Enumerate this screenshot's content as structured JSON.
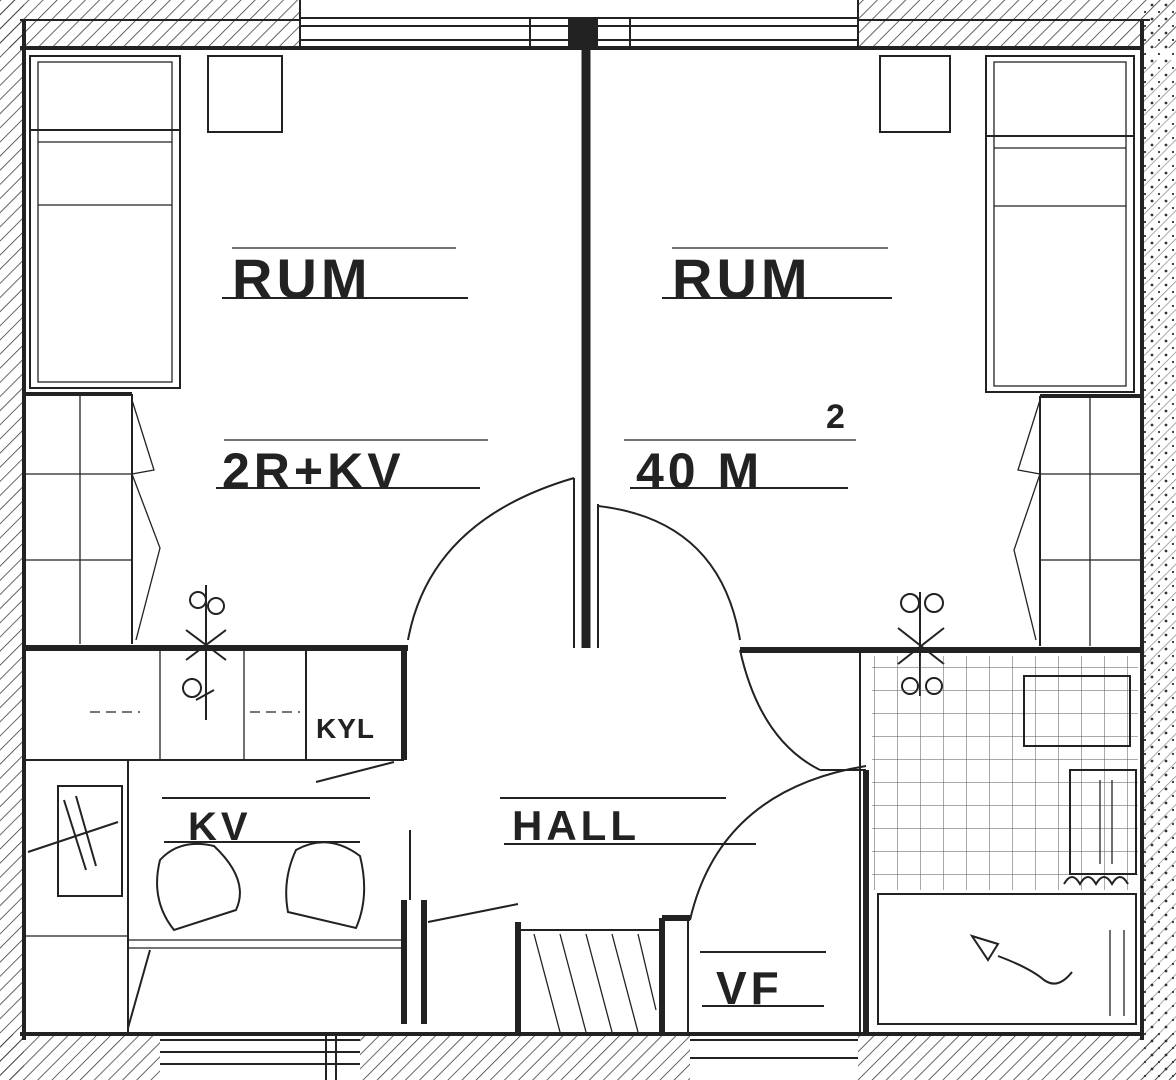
{
  "plan": {
    "rooms": [
      {
        "id": "room-left",
        "label": "RUM"
      },
      {
        "id": "room-right",
        "label": "RUM"
      },
      {
        "id": "kitchen",
        "label": "KV"
      },
      {
        "id": "hall",
        "label": "HALL"
      },
      {
        "id": "wc",
        "label": "VF"
      },
      {
        "id": "cupboard",
        "label": "KYL"
      }
    ],
    "annotations": {
      "apartment_type": "2R+KV",
      "area_value": "40 M",
      "area_unit_exponent": "2"
    }
  }
}
